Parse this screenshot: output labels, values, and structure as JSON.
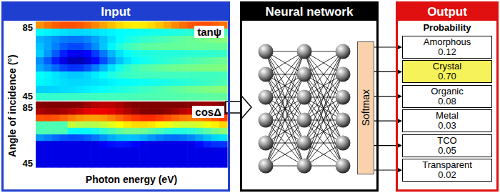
{
  "diagram": {
    "nodes": [
      {
        "text": [
          "Input"
        ]
      },
      {
        "text": [
          "Neural network"
        ]
      },
      {
        "text": [
          "Output"
        ]
      },
      {
        "text": [
          "Softmax"
        ],
        "in": 1
      },
      {
        "text": [
          "Amorphous",
          "0.12"
        ],
        "in": 2
      },
      {
        "text": [
          "Crystal",
          "0.70"
        ],
        "in": 2
      },
      {
        "text": [
          "Organic",
          "0.08"
        ],
        "in": 2
      },
      {
        "text": [
          "Metal",
          "0.03"
        ],
        "in": 2
      },
      {
        "text": [
          "TCO",
          "0.05"
        ],
        "in": 2
      },
      {
        "text": [
          "Transparent",
          "0.02"
        ],
        "in": 2
      }
    ],
    "edges": [
      {
        "from": 0,
        "to": 1,
        "arrow": "to"
      },
      {
        "from": 3,
        "to": 4,
        "arrow": "to"
      },
      {
        "from": 3,
        "to": 5,
        "arrow": "to"
      },
      {
        "from": 3,
        "to": 6,
        "arrow": "to"
      },
      {
        "from": 3,
        "to": 7,
        "arrow": "to"
      },
      {
        "from": 3,
        "to": 8,
        "arrow": "to"
      },
      {
        "from": 3,
        "to": 9,
        "arrow": "to"
      }
    ],
    "labels": [
      "tanψ",
      "cosΔ",
      "85",
      "45",
      "85",
      "45",
      "Angle of incidence (°)",
      "Photon energy (eV)",
      "Probability"
    ]
  }
}
